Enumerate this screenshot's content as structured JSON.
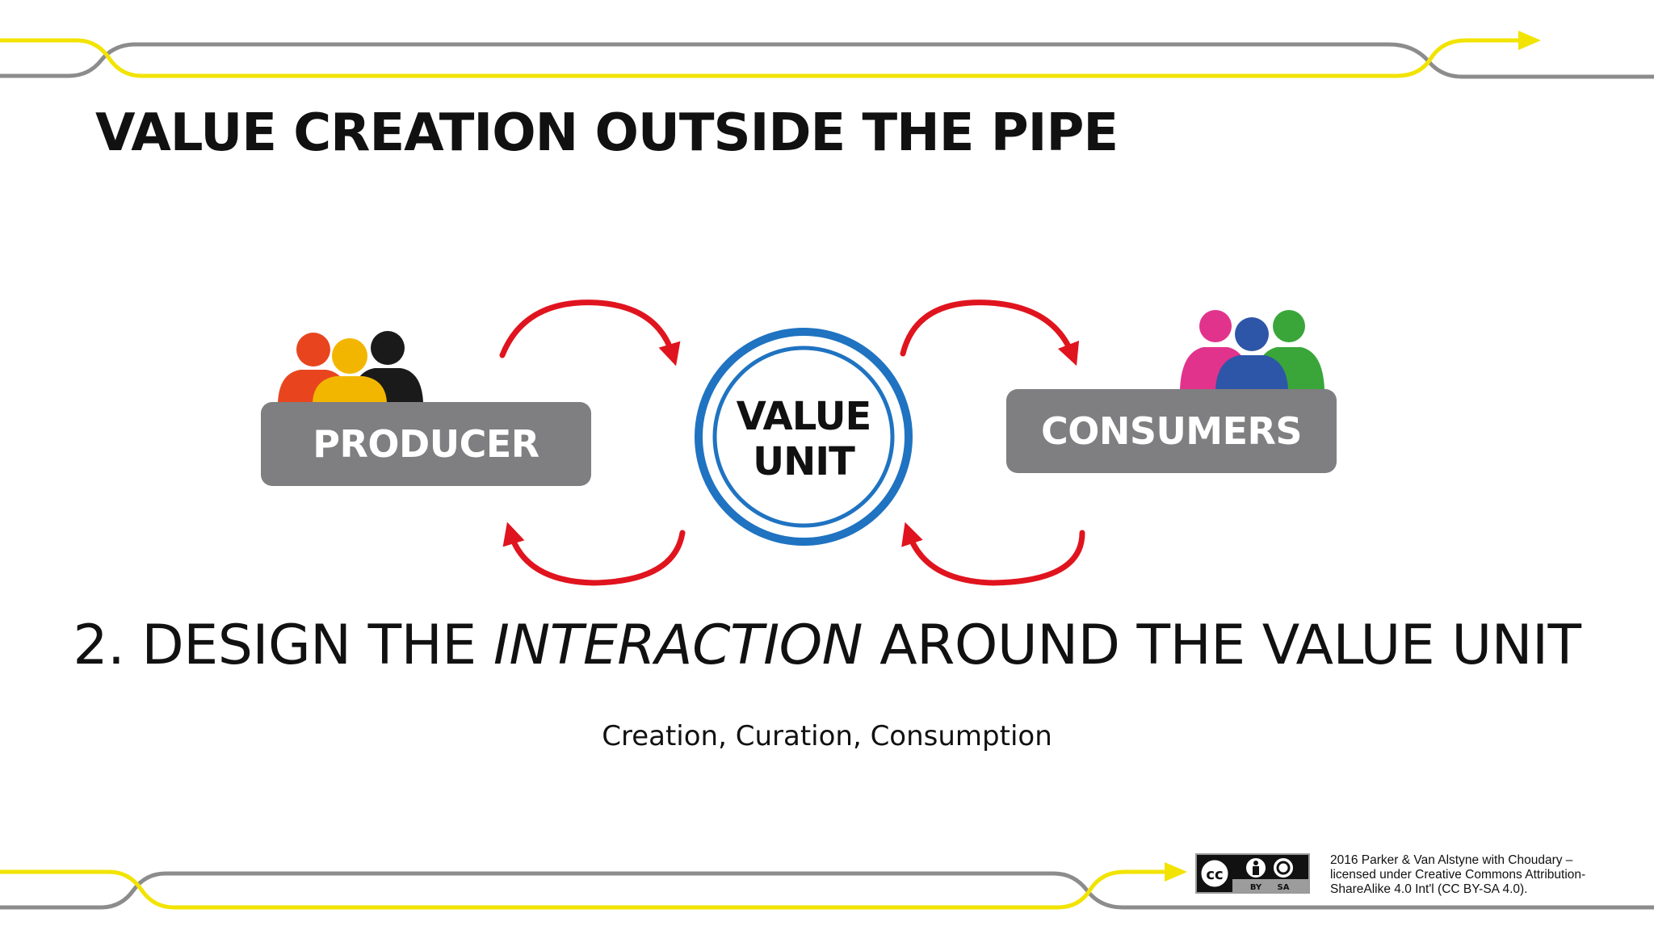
{
  "slide": {
    "title": "VALUE CREATION OUTSIDE THE PIPE",
    "headline": {
      "prefix": "2. DESIGN THE ",
      "emphasis": "INTERACTION",
      "suffix": " AROUND THE VALUE UNIT"
    },
    "subtitle": "Creation, Curation, Consumption"
  },
  "diagram": {
    "producer_label": "PRODUCER",
    "consumers_label": "CONSUMERS",
    "value_unit_line1": "VALUE",
    "value_unit_line2": "UNIT",
    "producer_icon": "people-group-icon",
    "consumers_icon": "people-group-icon",
    "flow_icon": "curved-arrow-icon"
  },
  "license": {
    "badge_icon": "cc-by-sa-icon",
    "badge_by": "BY",
    "badge_sa": "SA",
    "credit_lines": [
      "2016  Parker & Van Alstyne with Choudary –",
      "licensed under Creative Commons Attribution-",
      "ShareAlike 4.0 Int'l (CC BY-SA 4.0)."
    ]
  },
  "colors": {
    "accent_yellow": "#f2e300",
    "line_gray": "#8c8c8c",
    "arrow_red": "#e0141e",
    "ring_blue": "#1f73c1",
    "box_gray": "#7f7e80"
  }
}
